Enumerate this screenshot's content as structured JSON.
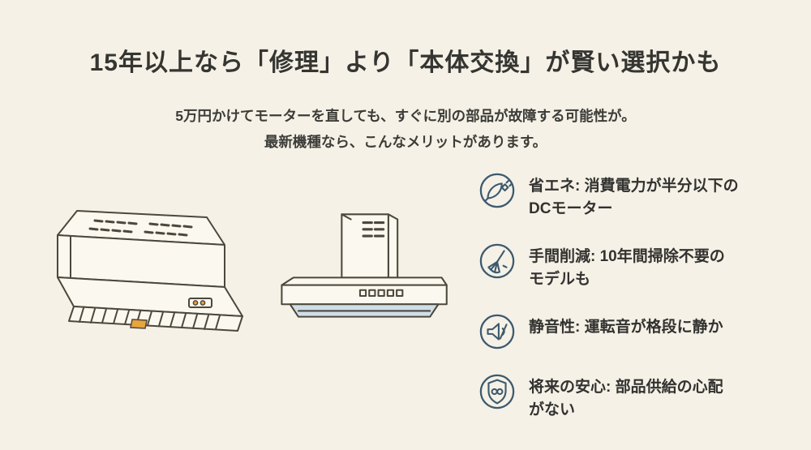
{
  "header": {
    "title": "15年以上なら「修理」より「本体交換」が賢い選択かも",
    "subtitle_line1": "5万円かけてモーターを直しても、すぐに別の部品が故障する可能性が。",
    "subtitle_line2": "最新機種なら、こんなメリットがあります。"
  },
  "benefits": {
    "items": [
      {
        "icon": "eco-energy-icon",
        "text": "省エネ: 消費電力が半分以下の\nDCモーター"
      },
      {
        "icon": "cleaning-free-broom-icon",
        "text": "手間削減: 10年間掃除不要の\nモデルも"
      },
      {
        "icon": "muted-speaker-icon",
        "text": "静音性: 運転音が格段に静か"
      },
      {
        "icon": "shield-infinity-icon",
        "text": "将来の安心: 部品供給の心配\nがない"
      }
    ]
  },
  "colors": {
    "background": "#f5f1e6",
    "text": "#3a3a38",
    "icon_stroke": "#3d5a6e",
    "line_art": "#4d483c",
    "accent_orange": "#e8a43d",
    "glass_blue": "#cfdfe9"
  }
}
